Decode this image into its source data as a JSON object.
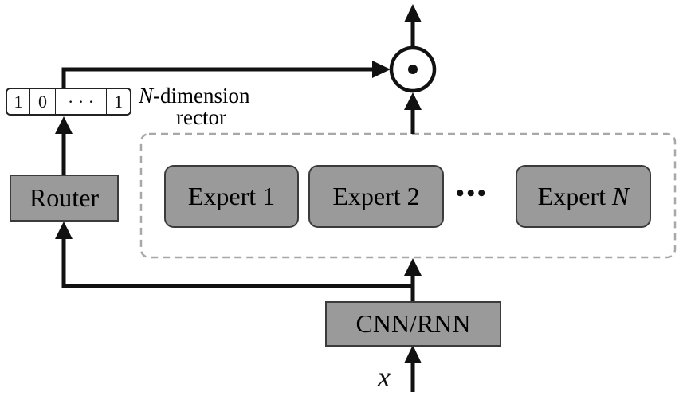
{
  "vector": {
    "cells": [
      "1",
      "0",
      "· · ·",
      "1"
    ],
    "label_var": "N",
    "label_rest": "-dimension",
    "label_line2": "rector"
  },
  "router": {
    "label": "Router"
  },
  "experts": [
    {
      "label": "Expert 1"
    },
    {
      "label": "Expert 2"
    },
    {
      "label_prefix": "Expert ",
      "label_var": "N"
    }
  ],
  "ellipsis": "•••",
  "encoder": {
    "label": "CNN/RNN"
  },
  "input": {
    "label": "x"
  },
  "combine_symbol": "⊙"
}
